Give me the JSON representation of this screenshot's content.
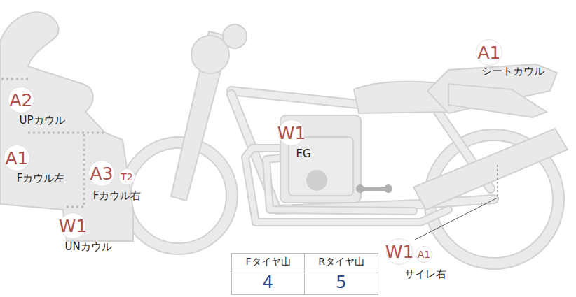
{
  "diagram": {
    "nodes": [
      {
        "text": [
          "A1",
          "シートカウル"
        ]
      },
      {
        "text": [
          "A2",
          "UPカウル"
        ]
      },
      {
        "text": [
          "A1",
          "Fカウル左"
        ]
      },
      {
        "text": [
          "W1",
          "EG"
        ]
      },
      {
        "text": [
          "A3",
          "Fカウル右"
        ]
      },
      {
        "text": [
          "T2"
        ]
      },
      {
        "text": [
          "W1",
          "UNカウル"
        ]
      },
      {
        "text": [
          "W1",
          "サイレ右"
        ]
      },
      {
        "text": [
          "A1"
        ]
      }
    ],
    "labels": [
      "Fタイヤ山",
      "Rタイヤ山",
      "4",
      "5"
    ]
  }
}
